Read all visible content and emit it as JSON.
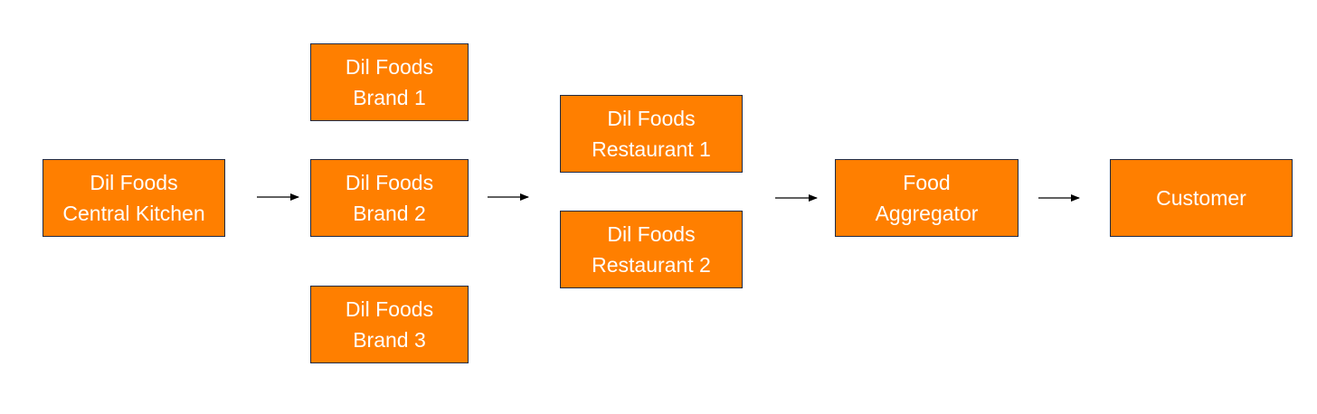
{
  "colors": {
    "node_fill": "#FF7F00",
    "node_border": "#1F2A44",
    "node_text": "#FFFFFF",
    "arrow": "#000000"
  },
  "nodes": {
    "central_kitchen": {
      "line1": "Dil Foods",
      "line2": "Central Kitchen"
    },
    "brand_1": {
      "line1": "Dil Foods",
      "line2": "Brand 1"
    },
    "brand_2": {
      "line1": "Dil Foods",
      "line2": "Brand 2"
    },
    "brand_3": {
      "line1": "Dil Foods",
      "line2": "Brand 3"
    },
    "restaurant_1": {
      "line1": "Dil Foods",
      "line2": "Restaurant 1"
    },
    "restaurant_2": {
      "line1": "Dil Foods",
      "line2": "Restaurant 2"
    },
    "food_aggregator": {
      "line1": "Food",
      "line2": "Aggregator"
    },
    "customer": {
      "line1": "Customer"
    }
  },
  "edges": [
    {
      "from": "central_kitchen",
      "to": "brands"
    },
    {
      "from": "brands",
      "to": "restaurants"
    },
    {
      "from": "restaurants",
      "to": "food_aggregator"
    },
    {
      "from": "food_aggregator",
      "to": "customer"
    }
  ]
}
